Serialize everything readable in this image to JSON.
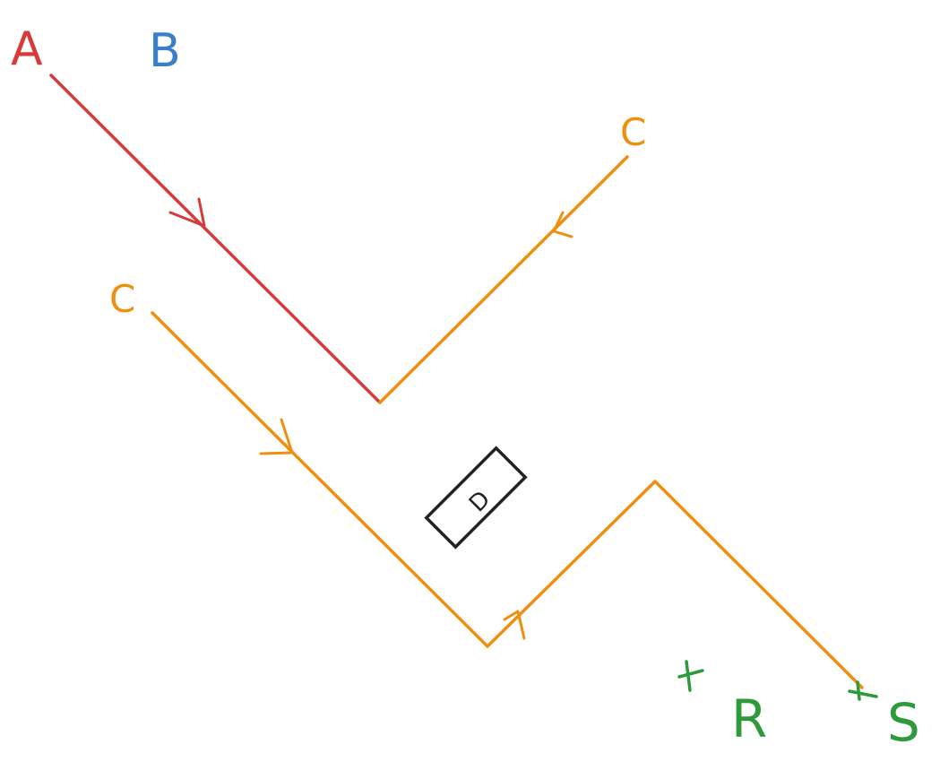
{
  "labels": {
    "a": "A",
    "b": "B",
    "c_top": "C",
    "c_left": "C",
    "d": "D",
    "r": "R",
    "s": "S"
  },
  "colors": {
    "ray_a": "#d63a3a",
    "ray_c": "#ef8f10",
    "label_a": "#d63a3a",
    "label_b": "#3a7fc7",
    "label_c": "#ef8f10",
    "element_d": "#222222",
    "points": "#2e9a3a"
  },
  "icons": {
    "marker_r": "cross-marker-icon",
    "marker_s": "cross-marker-icon"
  }
}
